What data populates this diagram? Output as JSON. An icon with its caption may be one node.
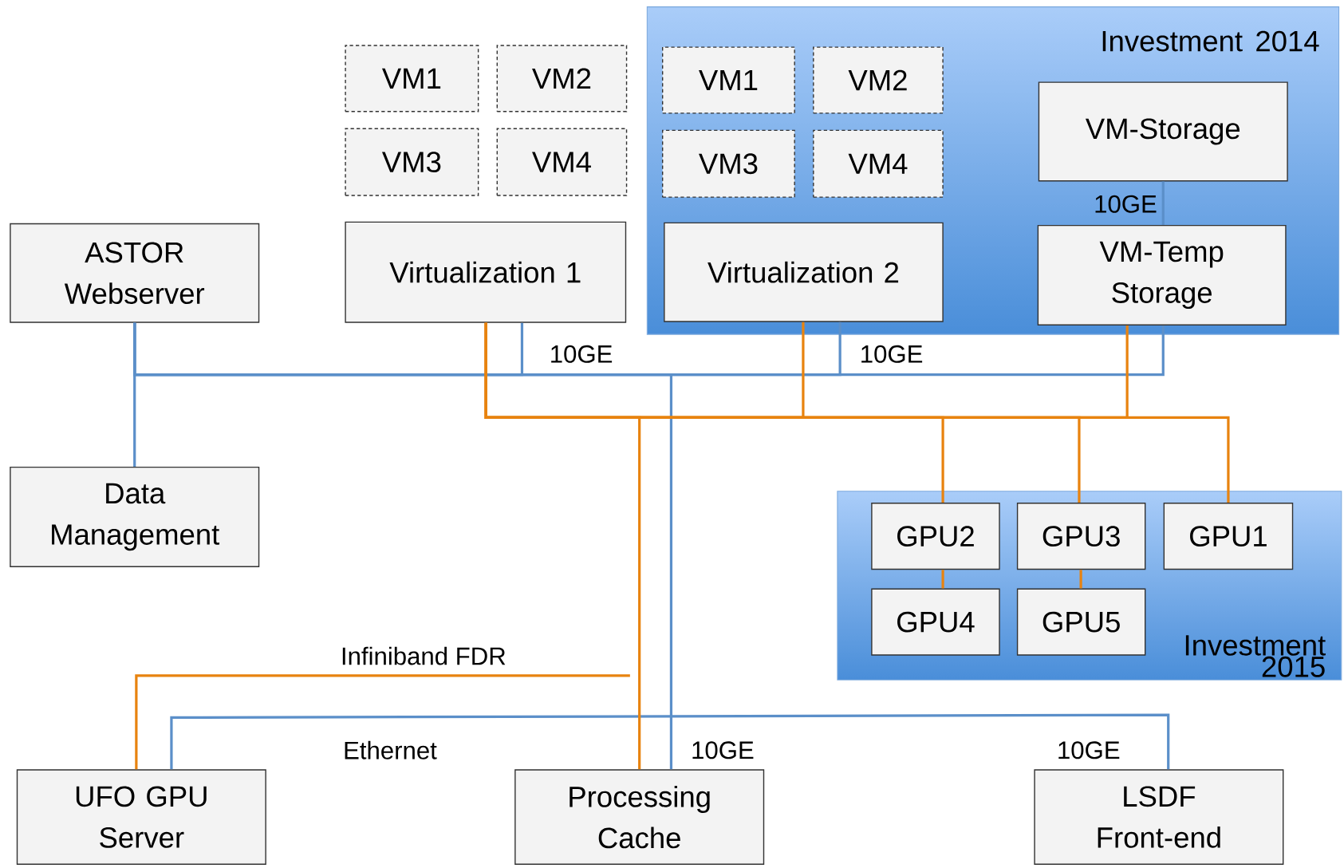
{
  "diagram": {
    "nodes": [
      {
        "text": [
          "Investment 2014"
        ]
      },
      {
        "text": [
          "VM1"
        ]
      },
      {
        "text": [
          "VM2"
        ]
      },
      {
        "text": [
          "VM3"
        ]
      },
      {
        "text": [
          "VM4"
        ]
      },
      {
        "text": [
          "VM1"
        ],
        "in": 0
      },
      {
        "text": [
          "VM2"
        ],
        "in": 0
      },
      {
        "text": [
          "VM3"
        ],
        "in": 0
      },
      {
        "text": [
          "VM4"
        ],
        "in": 0
      },
      {
        "text": [
          "VM-Storage"
        ],
        "in": 0
      },
      {
        "text": [
          "VM-Temp Storage"
        ],
        "in": 0
      },
      {
        "text": [
          "ASTOR Webserver"
        ]
      },
      {
        "text": [
          "Virtualization 1"
        ]
      },
      {
        "text": [
          "Virtualization 2"
        ],
        "in": 0
      },
      {
        "text": [
          "Data Management"
        ]
      },
      {
        "text": [
          "Investment 2015"
        ]
      },
      {
        "text": [
          "GPU2"
        ],
        "in": 15
      },
      {
        "text": [
          "GPU3"
        ],
        "in": 15
      },
      {
        "text": [
          "GPU1"
        ],
        "in": 15
      },
      {
        "text": [
          "GPU4"
        ],
        "in": 15
      },
      {
        "text": [
          "GPU5"
        ],
        "in": 15
      },
      {
        "text": [
          "UFO GPU Server"
        ]
      },
      {
        "text": [
          "Processing Cache"
        ]
      },
      {
        "text": [
          "LSDF Front-end"
        ],
        "beside": [
          "10GE"
        ]
      }
    ],
    "edges": [
      {
        "from": 11,
        "to": 14,
        "arrow": "none",
        "color": "#5b8fc9"
      },
      {
        "from": 11,
        "to": 12,
        "arrow": "none",
        "color": "#5b8fc9",
        "label": "10GE"
      },
      {
        "from": 11,
        "to": 13,
        "arrow": "none",
        "color": "#5b8fc9",
        "label": "10GE"
      },
      {
        "from": 11,
        "to": 10,
        "arrow": "none",
        "color": "#5b8fc9"
      },
      {
        "from": 11,
        "to": 22,
        "arrow": "none",
        "color": "#5b8fc9",
        "label": "10GE"
      },
      {
        "from": 9,
        "to": 10,
        "arrow": "none",
        "color": "#5b8fc9",
        "label": "10GE"
      },
      {
        "from": 21,
        "to": 23,
        "arrow": "none",
        "color": "#5b8fc9",
        "label": "Ethernet"
      },
      {
        "from": 12,
        "to": 13,
        "arrow": "none"
      },
      {
        "from": 12,
        "to": 10,
        "arrow": "none"
      },
      {
        "from": 12,
        "to": 16,
        "arrow": "none"
      },
      {
        "from": 12,
        "to": 17,
        "arrow": "none"
      },
      {
        "from": 12,
        "to": 18,
        "arrow": "none"
      },
      {
        "from": 12,
        "to": 22,
        "arrow": "none"
      },
      {
        "from": 16,
        "to": 19,
        "arrow": "none"
      },
      {
        "from": 17,
        "to": 20,
        "arrow": "none"
      },
      {
        "from": 21,
        "to": null,
        "arrow": "none",
        "label": "Infiniband FDR"
      }
    ]
  }
}
